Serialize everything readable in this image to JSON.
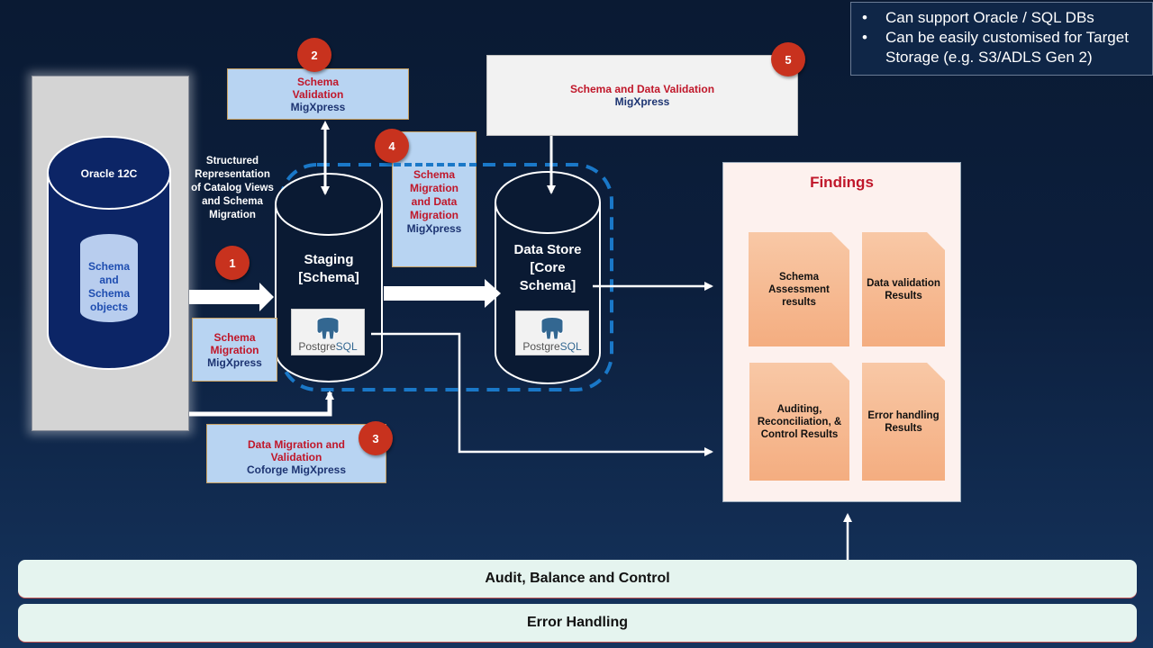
{
  "notes": [
    "Can support Oracle / SQL DBs",
    "Can be easily customised for Target Storage (e.g. S3/ADLS Gen 2)"
  ],
  "source": {
    "db_title": "Oracle 12C",
    "inner_label": "Schema and Schema objects"
  },
  "flow_label": "Structured Representation of Catalog Views and Schema Migration",
  "steps": [
    {
      "number": "1",
      "title": "Schema Migration",
      "tool": "MigXpress"
    },
    {
      "number": "2",
      "title": "Schema Validation",
      "tool": "MigXpress"
    },
    {
      "number": "3",
      "title": "Data Migration and Validation",
      "tool": "Coforge MigXpress"
    },
    {
      "number": "4",
      "title": "Schema Migration and Data Migration",
      "tool": "MigXpress"
    },
    {
      "number": "5",
      "title": "Schema and Data Validation",
      "tool": "MigXpress"
    }
  ],
  "staging": {
    "line1": "Staging",
    "line2": "[Schema]",
    "logo": "PostgreSQL"
  },
  "datastore": {
    "line1": "Data Store",
    "line2": "[Core",
    "line3": "Schema]",
    "logo": "PostgreSQL"
  },
  "logo": {
    "prefix": "Postgre",
    "suffix": "SQL"
  },
  "findings": {
    "title": "Findings",
    "items": [
      "Schema Assessment results",
      "Data validation Results",
      "Auditing, Reconciliation, & Control Results",
      "Error handling Results"
    ]
  },
  "bottom_bars": [
    "Audit, Balance and Control",
    "Error Handling"
  ],
  "colors": {
    "badge": "#c8321e",
    "accent_red": "#c0172a",
    "navy": "#1d3472",
    "dashed_boundary": "#1a78c8",
    "tool_box": "#b8d4f2",
    "finding_doc": "#f4ad80"
  }
}
